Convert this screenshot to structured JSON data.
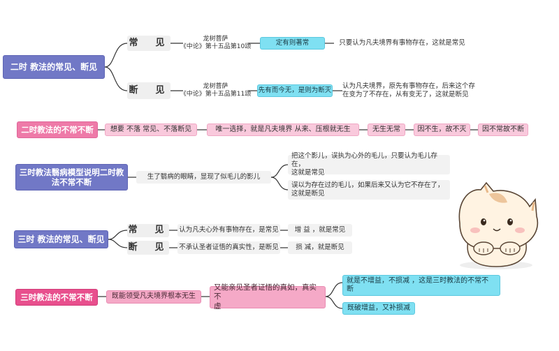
{
  "colors": {
    "purple": "#7178c6",
    "pink": "#e84f8d",
    "pink_light": "#f5a9c7",
    "cyan": "#7fe0f2",
    "line": "#333333"
  },
  "s1": {
    "root": "二时 教法的常见、断见",
    "a_label": "常　见",
    "a_src_line1": "龙树菩萨",
    "a_src_line2": "《中论》第十五品第10颂",
    "a_quote": "定有则著常",
    "a_desc": "只要认为凡夫境界有事物存在，这就是常见",
    "b_label": "断　见",
    "b_src_line1": "龙树菩萨",
    "b_src_line2": "《中论》第十五品第11颂",
    "b_quote": "先有而今无，是则为断灭",
    "b_desc_line1": "认为凡夫境界，原先有事物存在，后来这个存",
    "b_desc_line2": "在变为了不存在，从有变无了，这就是断见"
  },
  "s2": {
    "root": "二时教法的不常不断",
    "n1": "想要 不落 常见、不落断见",
    "n2": "唯一选择，就是凡夫境界 从来、压根就无生",
    "n3": "无生无常",
    "n4": "因不生，故不灭",
    "n5": "因不常故不断"
  },
  "s3": {
    "root_line1": "三时教法翳病模型说明二时教",
    "root_line2": "法不常不断",
    "mid": "生了翳病的眼睛，显现了似毛儿的影儿",
    "leaf1_line1": "把这个影儿，误执为心外的毛儿，只要认为毛儿存在，",
    "leaf1_line2": "这就是常见",
    "leaf2_line1": "误以为存在过的毛儿，如果后来又认为它不存在了，",
    "leaf2_line2": "这就是断见"
  },
  "s4": {
    "root": "三时 教法的常见、断见",
    "a_label": "常　见",
    "a_desc": "认为凡夫心外有事物存在，是常见",
    "a_res": "增 益 ，就是常见",
    "b_label": "断　见",
    "b_desc": "不承认圣者证悟的真实性，是断见",
    "b_res": "损 减，就是断见"
  },
  "s5": {
    "root": "三时教法的不常不断",
    "n1": "既能领受凡夫境界根本无生",
    "n2_line1": "又能亲见圣者证悟的真如，真实不",
    "n2_line2": "虚",
    "leaf1_line1": "就是不增益，不损减 ，这是三时教法的不常不",
    "leaf1_line2": "断",
    "leaf2": "既破增益，又补损减"
  }
}
